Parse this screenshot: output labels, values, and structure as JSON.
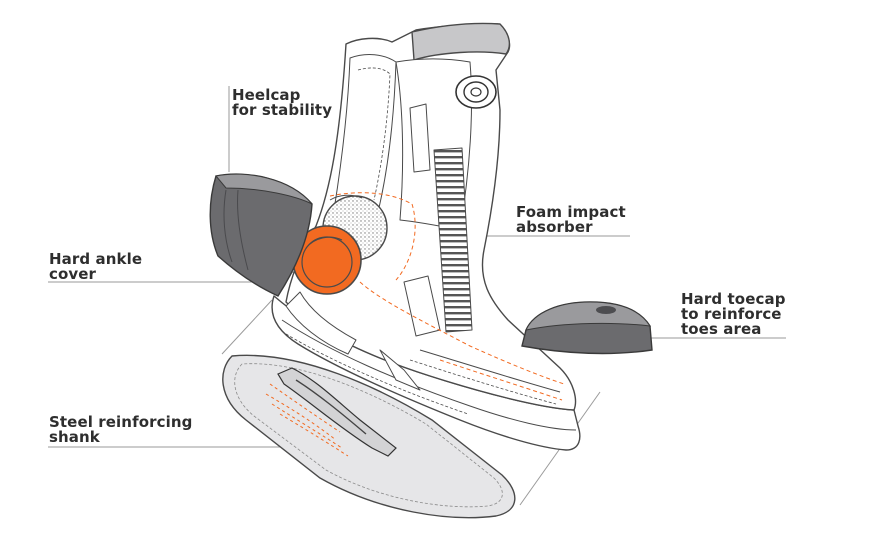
{
  "callouts": {
    "heelcap": "Heelcap\nfor stability",
    "ankle_cover": "Hard ankle\ncover",
    "foam": "Foam impact\nabsorber",
    "toecap": "Hard toecap\nto reinforce\ntoes area",
    "shank": "Steel reinforcing\nshank"
  },
  "colors": {
    "accent_orange": "#f26a21",
    "dark_grey_part": "#6b6b6e",
    "outline": "#4a4a4a",
    "leader_line": "#9a9a9a",
    "label_text": "#2e2e2e"
  },
  "icons": {
    "boa_dial": "boa-dial-icon"
  }
}
